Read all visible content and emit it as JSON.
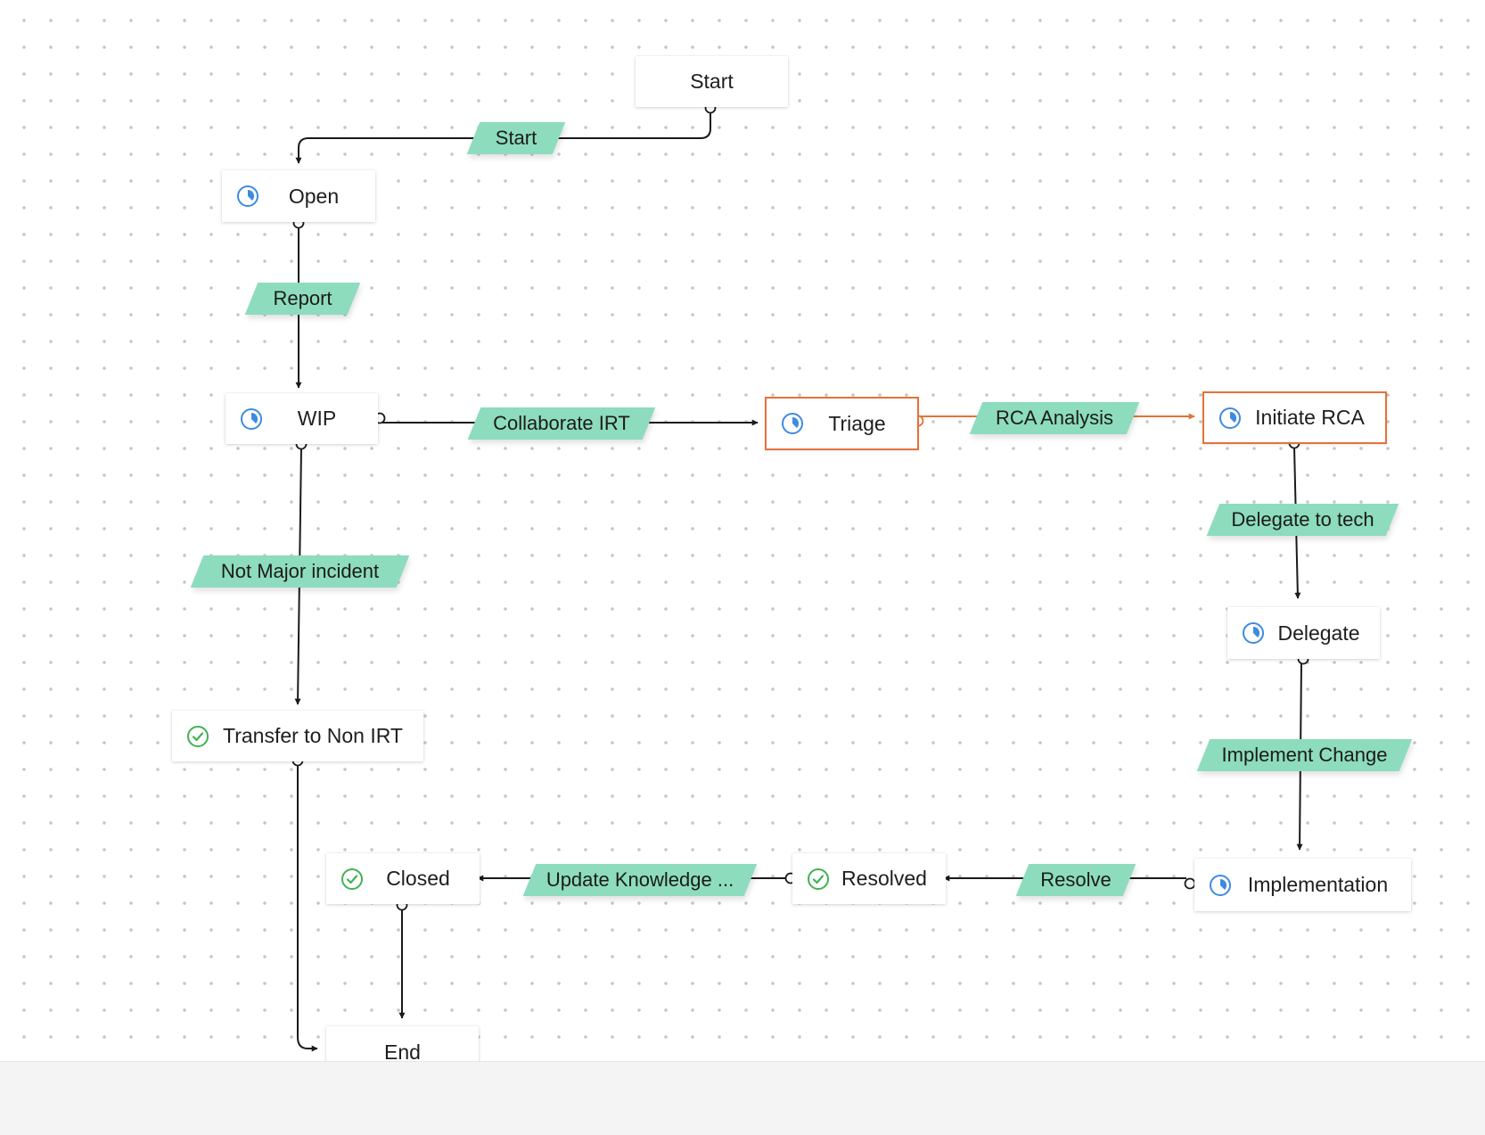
{
  "colors": {
    "node_border_highlight": "#e2733a",
    "transition_fill": "#8ddcbd",
    "edge_default": "#1a1a1a",
    "edge_highlight": "#e2733a",
    "in_progress_icon": "#3d8be0",
    "completed_icon": "#3fb34f"
  },
  "nodes": {
    "start": {
      "label": "Start"
    },
    "open": {
      "label": "Open",
      "icon": "in-progress-icon"
    },
    "wip": {
      "label": "WIP",
      "icon": "in-progress-icon"
    },
    "triage": {
      "label": "Triage",
      "icon": "in-progress-icon",
      "highlighted": true
    },
    "initiate_rca": {
      "label": "Initiate RCA",
      "icon": "in-progress-icon",
      "highlighted": true
    },
    "delegate": {
      "label": "Delegate",
      "icon": "in-progress-icon"
    },
    "implementation": {
      "label": "Implementation",
      "icon": "in-progress-icon"
    },
    "transfer_non_irt": {
      "label": "Transfer to Non IRT",
      "icon": "check-circle-icon"
    },
    "closed": {
      "label": "Closed",
      "icon": "check-circle-icon"
    },
    "resolved": {
      "label": "Resolved",
      "icon": "check-circle-icon"
    },
    "end": {
      "label": "End"
    }
  },
  "transitions": {
    "start": "Start",
    "report": "Report",
    "collaborate_irt": "Collaborate IRT",
    "rca_analysis": "RCA Analysis",
    "not_major_incident": "Not Major incident",
    "delegate_to_tech": "Delegate to tech",
    "implement_change": "Implement Change",
    "resolve": "Resolve",
    "update_knowledge": "Update Knowledge ..."
  }
}
